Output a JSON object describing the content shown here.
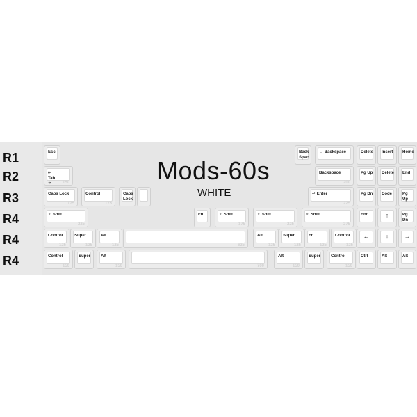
{
  "title": "Mods-60s",
  "subtitle": "WHITE",
  "row_labels": [
    "R1",
    "R2",
    "R3",
    "R4",
    "R4",
    "R4"
  ],
  "keys": [
    {
      "legend": "Esc"
    },
    {
      "legend": "Back\nSpace"
    },
    {
      "legend": "← Backspace"
    },
    {
      "legend": "Delete"
    },
    {
      "legend": "Insert"
    },
    {
      "legend": "Home"
    },
    {
      "legend": "⇤\nTab\n⇥",
      "size": "150"
    },
    {
      "legend": "Backspace",
      "size": "200"
    },
    {
      "legend": "Pg Up"
    },
    {
      "legend": "Delete"
    },
    {
      "legend": "End"
    },
    {
      "legend": "Caps Lock",
      "size": "175"
    },
    {
      "legend": "Control",
      "size": "175"
    },
    {
      "legend": "Caps\nLock"
    },
    {
      "legend": ""
    },
    {
      "legend": "↵ Enter",
      "size": "225"
    },
    {
      "legend": "Pg Dn"
    },
    {
      "legend": "Code"
    },
    {
      "legend": "Pg Up"
    },
    {
      "legend": "⇧ Shift",
      "size": "225"
    },
    {
      "legend": "Fn"
    },
    {
      "legend": "⇧ Shift",
      "size": "175"
    },
    {
      "legend": "⇧ Shift",
      "size": "225"
    },
    {
      "legend": "⇧ Shift",
      "size": "275"
    },
    {
      "legend": "End"
    },
    {
      "legend": "↑"
    },
    {
      "legend": "Pg Dn"
    },
    {
      "legend": "Control",
      "size": "125"
    },
    {
      "legend": "Super",
      "size": "125"
    },
    {
      "legend": "Alt",
      "size": "125"
    },
    {
      "legend": "",
      "size": "625"
    },
    {
      "legend": "Alt",
      "size": "125"
    },
    {
      "legend": "Super",
      "size": "125"
    },
    {
      "legend": "Fn",
      "size": "125"
    },
    {
      "legend": "Control",
      "size": "125"
    },
    {
      "legend": "←"
    },
    {
      "legend": "↓"
    },
    {
      "legend": "→"
    },
    {
      "legend": "Control",
      "size": "150"
    },
    {
      "legend": "Super"
    },
    {
      "legend": "Alt",
      "size": "150"
    },
    {
      "legend": "",
      "size": "700"
    },
    {
      "legend": "Alt",
      "size": "150"
    },
    {
      "legend": "Super"
    },
    {
      "legend": "Control",
      "size": "150"
    },
    {
      "legend": "Ctrl"
    },
    {
      "legend": "Alt"
    },
    {
      "legend": "Alt"
    }
  ]
}
